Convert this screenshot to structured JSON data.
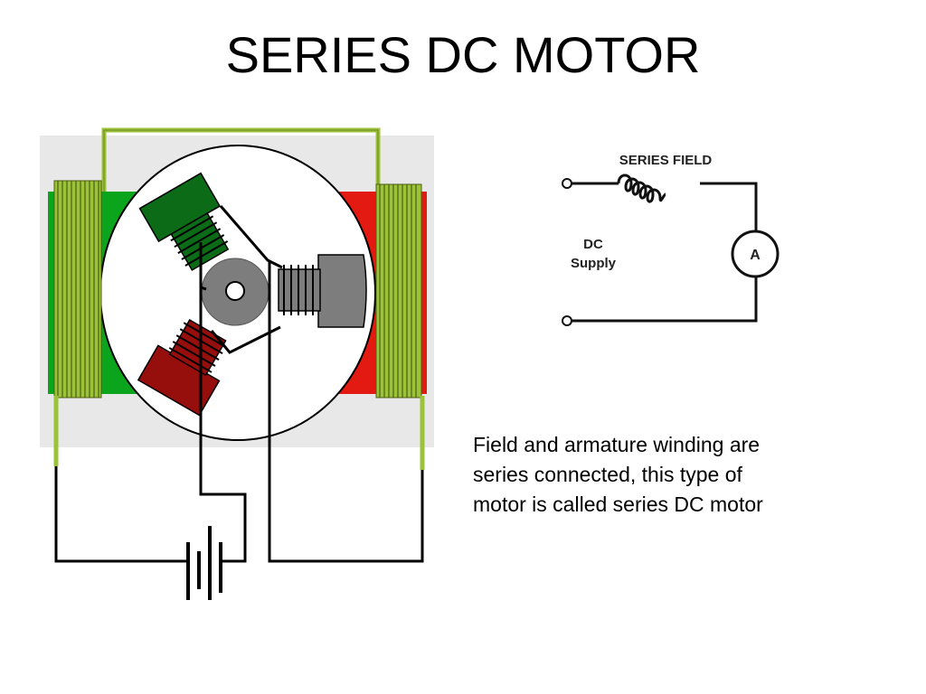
{
  "title": "SERIES DC MOTOR",
  "circuit": {
    "field_label": "SERIES FIELD",
    "supply_label_line1": "DC",
    "supply_label_line2": "Supply",
    "ammeter_label": "A"
  },
  "caption": {
    "line1": "Field and armature winding are",
    "line2": "series connected, this type of",
    "line3": "motor is called series DC motor"
  },
  "colors": {
    "field_pole_left": "#0aa51c",
    "field_pole_right": "#e21a12",
    "winding": "#9bc339",
    "armature_green": "#0b6b16",
    "armature_red": "#960f0c",
    "armature_gray": "#7d7d7d",
    "background_panel": "#e8e8e8"
  }
}
